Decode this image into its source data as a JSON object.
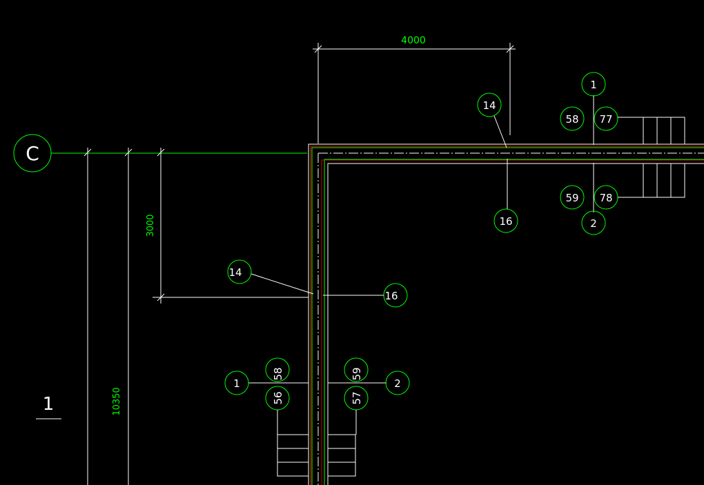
{
  "colors": {
    "background": "#000000",
    "dimension_green": "#00ff00",
    "geometry_white": "#ffffff",
    "bar_red": "#ff0000"
  },
  "dimensions": {
    "top_span": "4000",
    "vertical_offset": "3000",
    "total_height": "10350"
  },
  "axis": {
    "grid_label": "C"
  },
  "view": {
    "section_label": "1"
  },
  "balloons": {
    "top_1": "1",
    "top_2": "2",
    "top_14": "14",
    "top_16": "16",
    "top_58": "58",
    "top_59": "59",
    "top_77": "77",
    "top_78": "78",
    "left_14": "14",
    "left_16": "16",
    "left_1": "1",
    "left_2": "2",
    "left_56": "56",
    "left_57": "57",
    "left_58": "58",
    "left_59": "59"
  }
}
